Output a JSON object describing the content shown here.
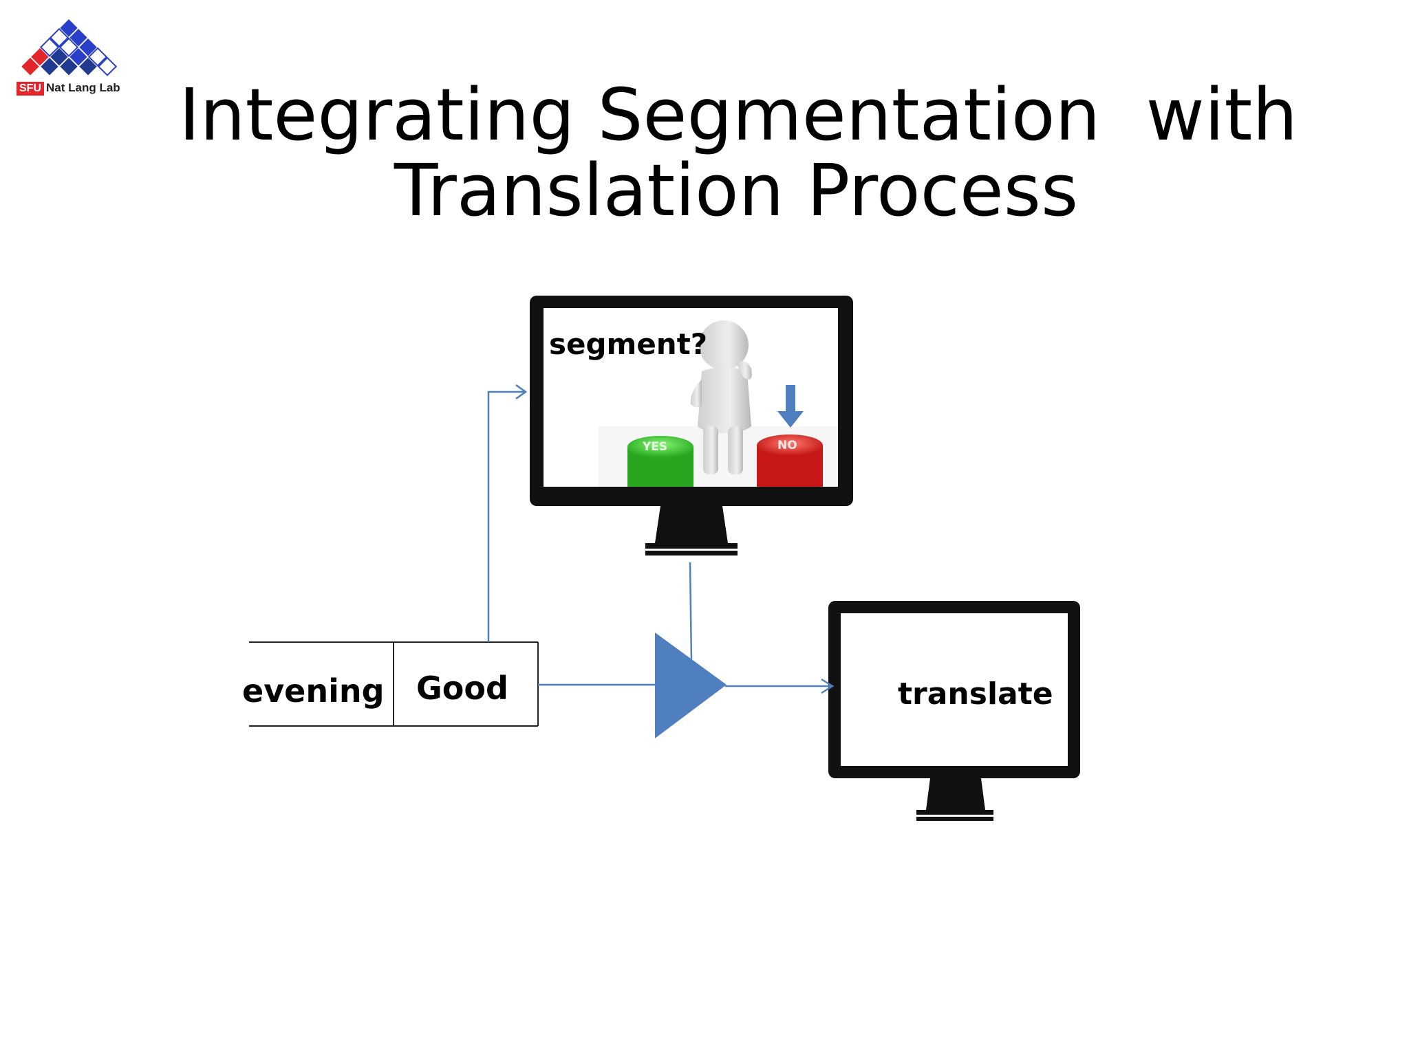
{
  "logo": {
    "sfu": "SFU",
    "lab": "Nat Lang Lab"
  },
  "title": {
    "line1": "Integrating Segmentation  with",
    "line2": "Translation Process"
  },
  "diagram": {
    "segment_label": "segment?",
    "yes_button": "YES",
    "no_button": "NO",
    "input_words": [
      "evening",
      "Good"
    ],
    "translate_label": "translate",
    "colors": {
      "arrow": "#4f7fbf",
      "triangle": "#4f7fbf",
      "yes": "#3ecf30",
      "no": "#e02828",
      "monitor": "#111111"
    }
  }
}
